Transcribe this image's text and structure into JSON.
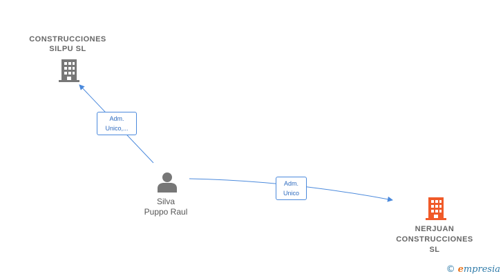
{
  "nodes": {
    "silpu": {
      "label_line1": "CONSTRUCCIONES",
      "label_line2": "SILPU  SL"
    },
    "person": {
      "label_line1": "Silva",
      "label_line2": "Puppo Raul"
    },
    "nerjuan": {
      "label_line1": "NERJUAN",
      "label_line2": "CONSTRUCCIONES",
      "label_line3": "SL"
    }
  },
  "edges": {
    "to_silpu": {
      "line1": "Adm.",
      "line2": "Unico,..."
    },
    "to_nerjuan": {
      "line1": "Adm.",
      "line2": "Unico"
    }
  },
  "colors": {
    "edge": "#4a89dc",
    "company_gray": "#777777",
    "company_highlight": "#f05a28",
    "person": "#777777"
  },
  "brand": {
    "copyright": "©",
    "initial": "e",
    "name": "mpresia"
  }
}
